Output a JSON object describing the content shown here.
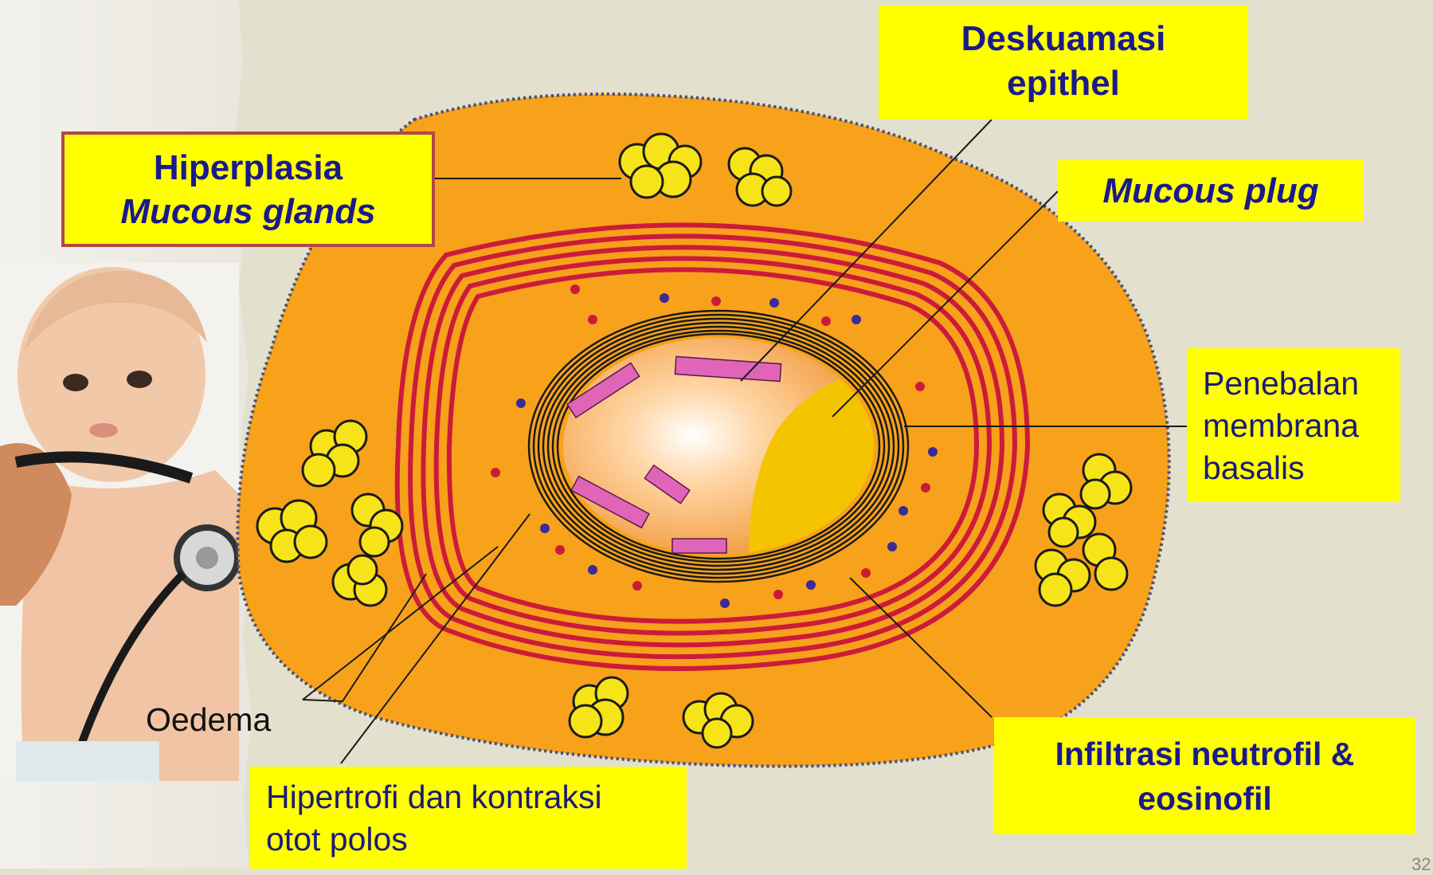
{
  "labels": {
    "hiperplasia_line1": "Hiperplasia",
    "hiperplasia_line2": "Mucous glands",
    "deskuamasi_line1": "Deskuamasi",
    "deskuamasi_line2": "epithel",
    "mucous_plug": "Mucous plug",
    "penebalan_line1": "Penebalan",
    "penebalan_line2": "membrana",
    "penebalan_line3": "basalis",
    "infiltrasi_line1": "Infiltrasi neutrofil &",
    "infiltrasi_line2": "eosinofil",
    "hipertrofi_line1": "Hipertrofi dan kontraksi",
    "hipertrofi_line2": "otot polos",
    "oedema": "Oedema"
  },
  "page_number": "32",
  "colors": {
    "background": "#e4e2cf",
    "label_fill": "#ffff00",
    "label_text": "#1a1a8c",
    "tissue_orange": "#f7a21a",
    "smooth_muscle": "#cc1b3a",
    "mucous_gland": "#f6e318",
    "mucous_plug": "#f5c400",
    "epithelium": "#e065b8"
  },
  "icons": [
    "baby-with-stethoscope-photo",
    "airway-cross-section"
  ]
}
